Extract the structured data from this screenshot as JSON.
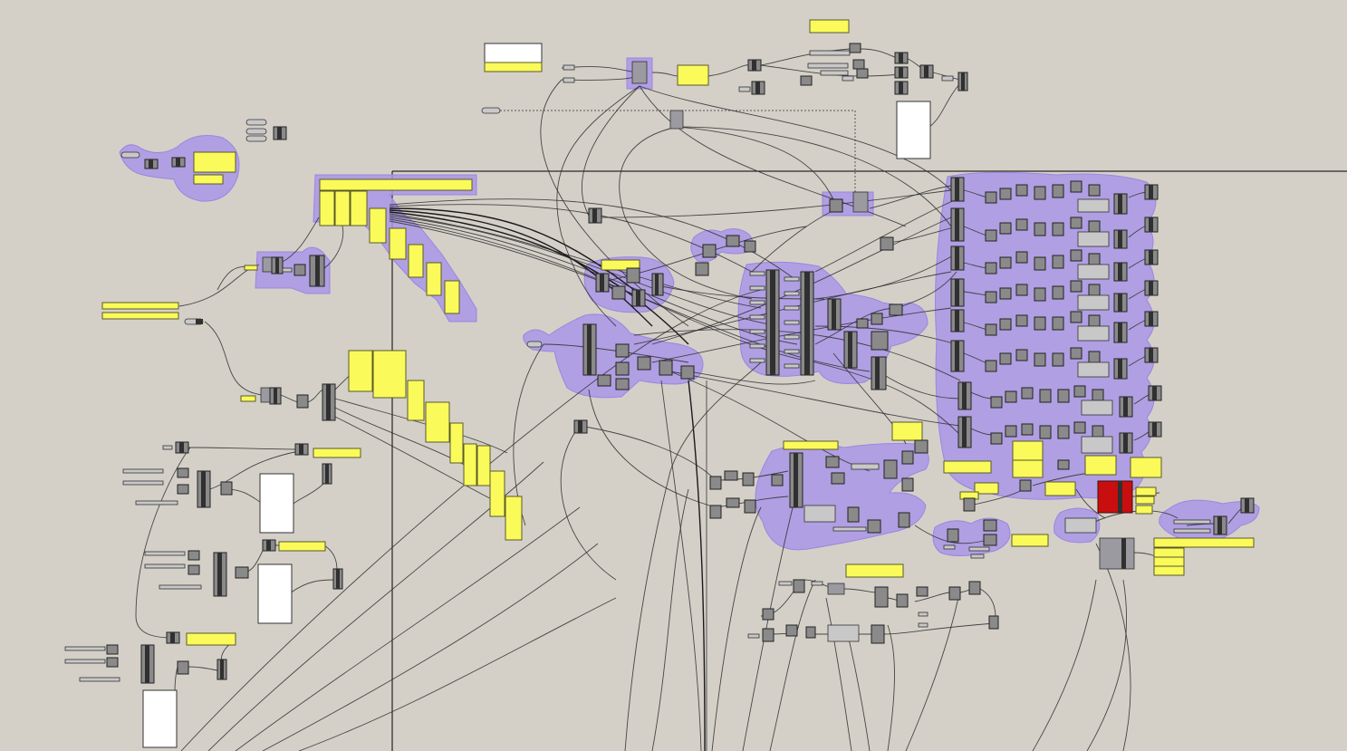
{
  "canvas": {
    "background": "#d4d0c8",
    "group_color": "#a996e6",
    "panel_color": "#fafa5a",
    "wire_color": "#2e2e2e",
    "alert_color": "#c80e0e"
  },
  "icons": [
    "component-node",
    "panel-node",
    "slider-node",
    "group-blob",
    "wire"
  ]
}
